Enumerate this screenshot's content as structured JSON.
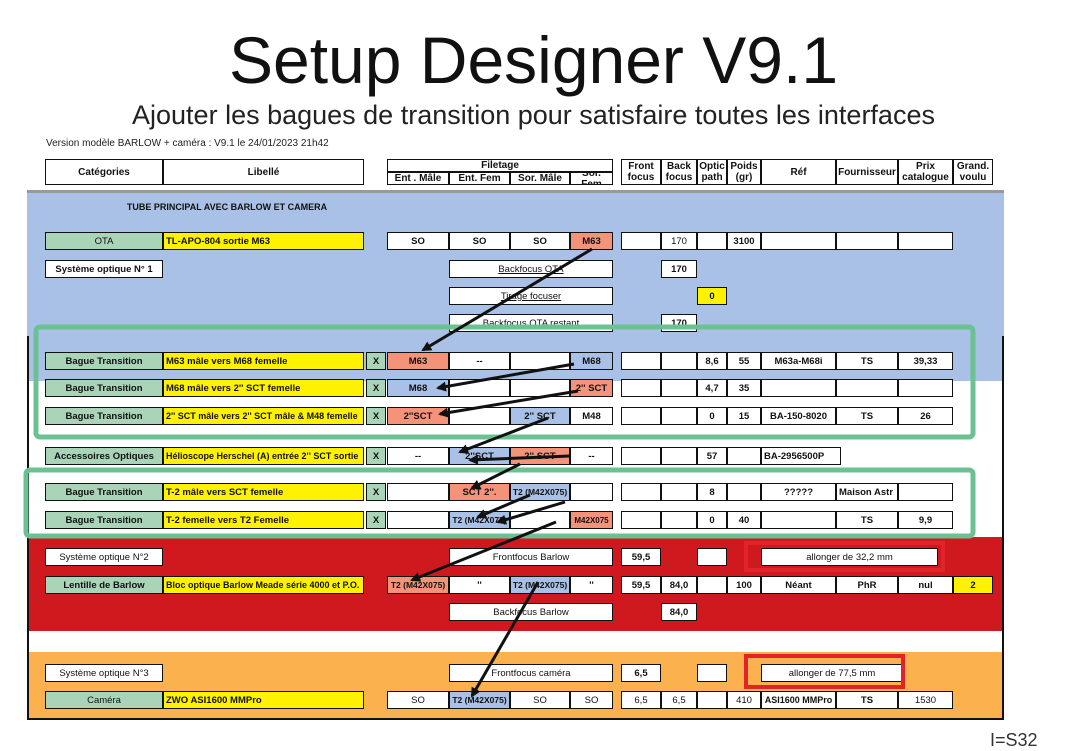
{
  "slide": {
    "title": "Setup Designer V9.1",
    "subtitle": "Ajouter les bagues de transition pour satisfaire toutes les interfaces",
    "version": "Version modèle BARLOW + caméra : V9.1 le 24/01/2023 21h42",
    "corner_label": "I=S32"
  },
  "colors": {
    "blue_band": "#a9c1e6",
    "red_band": "#d0191e",
    "orange_band": "#fbb24e",
    "green_highlight": "#6cc193",
    "category_green": "#a9d4b8",
    "label_yellow": "#fff200",
    "male_salmon": "#f4927a",
    "female_blue": "#a9c1e6"
  },
  "header": {
    "categories": "Catégories",
    "libelle": "Libellé",
    "filetage": "Filetage",
    "ent_male": "Ent . Mâle",
    "ent_fem": "Ent. Fem",
    "sor_male": "Sor. Mâle",
    "sor_fem": "Sor. Fem",
    "front_focus": "Front focus",
    "back_focus": "Back focus",
    "optic_path": "Optic path",
    "poids": "Poids (gr)",
    "ref": "Réf",
    "fournisseur": "Fournisseur",
    "prix": "Prix catalogue",
    "grand": "Grand. voulu"
  },
  "section1": {
    "title": "TUBE PRINCIPAL AVEC BARLOW ET CAMERA",
    "ota": {
      "cat": "OTA",
      "lib": "TL-APO-804 sortie M63",
      "ent_male": "SO",
      "ent_fem": "SO",
      "sor_male": "SO",
      "sor_fem": "M63",
      "back": "170",
      "poids": "3100"
    },
    "systeme1": "Système optique N° 1",
    "backfocus_ota": "Backfocus OTA",
    "backfocus_ota_val": "170",
    "tirage": "Tirage focuser",
    "tirage_val": "0",
    "backfocus_restant": "Backfocus OTA restant",
    "backfocus_restant_val": "170"
  },
  "rings": [
    {
      "cat": "Bague Transition",
      "lib": "M63 mâle vers M68 femelle",
      "x": "X",
      "ent_male": "M63",
      "ent_fem": "--",
      "sor_male": "",
      "sor_fem": "M68",
      "optic": "8,6",
      "poids": "55",
      "ref": "M63a-M68i",
      "four": "TS",
      "prix": "39,33"
    },
    {
      "cat": "Bague Transition",
      "lib": "M68  mâle vers 2'' SCT femelle",
      "x": "X",
      "ent_male": "M68",
      "ent_fem": "",
      "sor_male": "",
      "sor_fem": "2'' SCT",
      "optic": "4,7",
      "poids": "35",
      "ref": "",
      "four": "",
      "prix": ""
    },
    {
      "cat": "Bague Transition",
      "lib": "2'' SCT mâle vers 2'' SCT mâle & M48 femelle",
      "x": "X",
      "ent_male": "2''SCT",
      "ent_fem": "",
      "sor_male": "2'' SCT",
      "sor_fem": "M48",
      "optic": "0",
      "poids": "15",
      "ref": "BA-150-8020",
      "four": "TS",
      "prix": "26"
    }
  ],
  "accessory": {
    "cat": "Accessoires Optiques",
    "lib": "Hélioscope Herschel (A) entrée 2'' SCT sortie",
    "x": "X",
    "ent_male": "--",
    "ent_fem": "2''SCT",
    "sor_male": "2'' SCT",
    "sor_fem": "--",
    "optic": "57",
    "ref": "BA-2956500P"
  },
  "t2rings": [
    {
      "cat": "Bague Transition",
      "lib": "T-2 mâle vers SCT femelle",
      "x": "X",
      "ent_fem": "SCT 2''.",
      "sor_male": "T2 (M42X075)",
      "optic": "8",
      "ref": "?????",
      "four": "Maison Astr",
      "prix": ""
    },
    {
      "cat": "Bague Transition",
      "lib": "T-2 femelle vers T2 Femelle",
      "x": "X",
      "ent_fem": "T2 (M42X075)",
      "sor_fem": "M42X075",
      "optic": "0",
      "poids": "40",
      "four": "TS",
      "prix": "9,9"
    }
  ],
  "section2": {
    "systeme2": "Système optique N°2",
    "frontfocus": "Frontfocus Barlow",
    "frontfocus_val": "59,5",
    "allonger": "allonger de 32,2 mm",
    "lentille": {
      "cat": "Lentille de Barlow",
      "lib": "Bloc optique Barlow Meade série 4000 et P.O.",
      "ent_male": "T2 (M42X075)",
      "ent_fem": "''",
      "sor_male": "T2 (M42X075)",
      "sor_fem": "''",
      "front": "59,5",
      "back": "84,0",
      "poids": "100",
      "ref": "Néant",
      "four": "PhR",
      "prix": "nul",
      "grand": "2"
    },
    "backfocus": "Backfocus Barlow",
    "backfocus_val": "84,0"
  },
  "section3": {
    "systeme3": "Système optique N°3",
    "frontfocus": "Frontfocus caméra",
    "frontfocus_val": "6,5",
    "allonger": "allonger de 77,5 mm",
    "camera": {
      "cat": "Caméra",
      "lib": "ZWO ASI1600 MMPro",
      "ent_male": "SO",
      "ent_fem": "T2 (M42X075)",
      "sor_male": "SO",
      "sor_fem": "SO",
      "front": "6,5",
      "back": "6,5",
      "optic": "",
      "poids": "410",
      "ref": "ASI1600 MMPro",
      "four": "TS",
      "prix": "1530"
    }
  }
}
